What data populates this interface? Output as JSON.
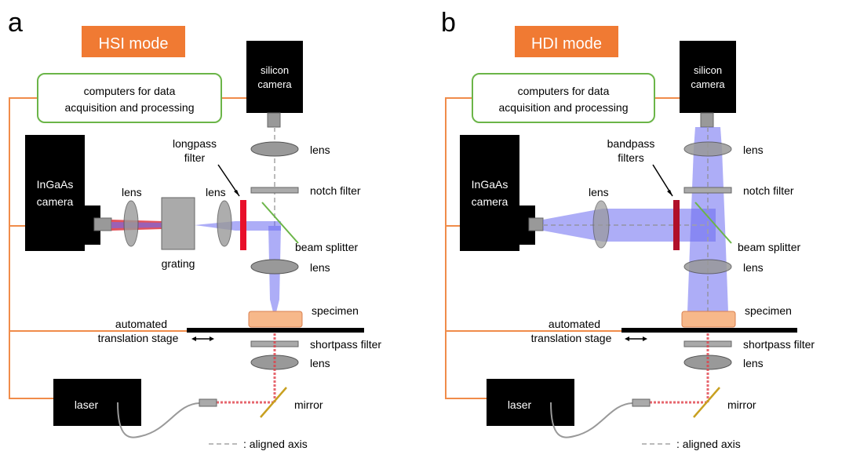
{
  "colors": {
    "wire": "#f08c4a",
    "badge": "#f07a33",
    "green": "#6bb548",
    "beam": "#6a6af0",
    "red_laser": "#e0404a",
    "filter_red": "#e8102a",
    "filter_crimson": "#b0102a",
    "mirror": "#c8a020",
    "specimen": "#f7b88a",
    "gray": "#9a9a9a"
  },
  "panels": [
    {
      "letter": "a",
      "mode": "HSI mode",
      "computers_line1": "computers for data",
      "computers_line2": "acquisition and processing",
      "silicon_line1": "silicon",
      "silicon_line2": "camera",
      "ingaas_line1": "InGaAs",
      "ingaas_line2": "camera",
      "filter_line1": "longpass",
      "filter_line2": "filter",
      "lens_top": "lens",
      "lens_mid": "lens",
      "lens_left": "lens",
      "lens_bottom": "lens",
      "lens_laser": "lens",
      "notch": "notch filter",
      "beamsplitter": "beam splitter",
      "grating": "grating",
      "specimen": "specimen",
      "stage_line1": "automated",
      "stage_line2": "translation stage",
      "shortpass": "shortpass filter",
      "laser": "laser",
      "mirror": "mirror",
      "axis_legend": ": aligned axis"
    },
    {
      "letter": "b",
      "mode": "HDI mode",
      "computers_line1": "computers for data",
      "computers_line2": "acquisition and processing",
      "silicon_line1": "silicon",
      "silicon_line2": "camera",
      "ingaas_line1": "InGaAs",
      "ingaas_line2": "camera",
      "filter_line1": "bandpass",
      "filter_line2": "filters",
      "lens_top": "lens",
      "lens_left": "lens",
      "lens_mid": "lens",
      "lens_laser": "lens",
      "notch": "notch filter",
      "beamsplitter": "beam splitter",
      "specimen": "specimen",
      "stage_line1": "automated",
      "stage_line2": "translation stage",
      "shortpass": "shortpass filter",
      "laser": "laser",
      "mirror": "mirror",
      "axis_legend": ": aligned axis"
    }
  ]
}
